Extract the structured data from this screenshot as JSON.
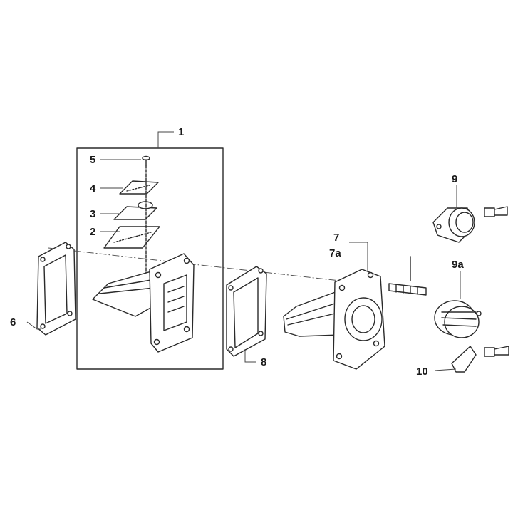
{
  "callouts": [
    {
      "id": "1",
      "text": "1"
    },
    {
      "id": "2",
      "text": "2"
    },
    {
      "id": "3",
      "text": "3"
    },
    {
      "id": "4",
      "text": "4"
    },
    {
      "id": "5",
      "text": "5"
    },
    {
      "id": "6",
      "text": "6"
    },
    {
      "id": "7",
      "text": "7"
    },
    {
      "id": "7a",
      "text": "7a"
    },
    {
      "id": "8",
      "text": "8"
    },
    {
      "id": "9",
      "text": "9"
    },
    {
      "id": "9a",
      "text": "9a"
    },
    {
      "id": "10",
      "text": "10"
    }
  ]
}
